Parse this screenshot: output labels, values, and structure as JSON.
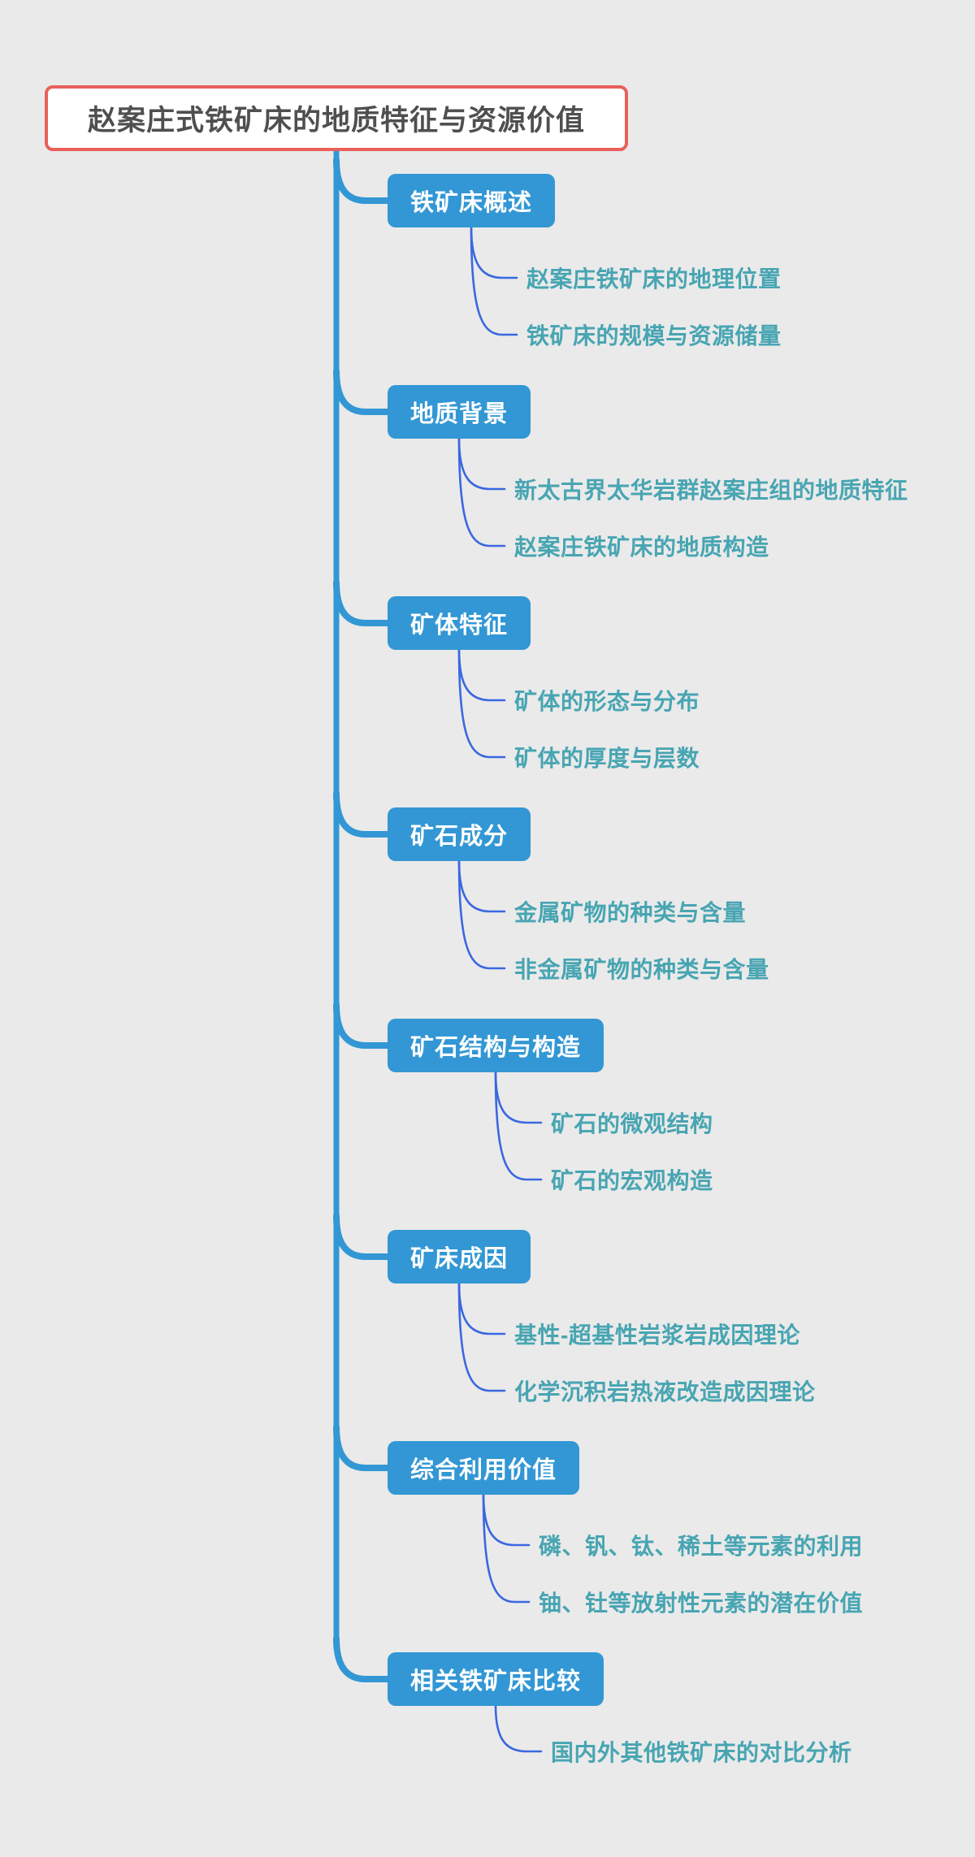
{
  "root": {
    "title": "赵案庄式铁矿床的地质特征与资源价值"
  },
  "branches": [
    {
      "label": "铁矿床概述",
      "children": [
        "赵案庄铁矿床的地理位置",
        "铁矿床的规模与资源储量"
      ]
    },
    {
      "label": "地质背景",
      "children": [
        "新太古界太华岩群赵案庄组的地质特征",
        "赵案庄铁矿床的地质构造"
      ]
    },
    {
      "label": "矿体特征",
      "children": [
        "矿体的形态与分布",
        "矿体的厚度与层数"
      ]
    },
    {
      "label": "矿石成分",
      "children": [
        "金属矿物的种类与含量",
        "非金属矿物的种类与含量"
      ]
    },
    {
      "label": "矿石结构与构造",
      "children": [
        "矿石的微观结构",
        "矿石的宏观构造"
      ]
    },
    {
      "label": "矿床成因",
      "children": [
        "基性-超基性岩浆岩成因理论",
        "化学沉积岩热液改造成因理论"
      ]
    },
    {
      "label": "综合利用价值",
      "children": [
        "磷、钒、钛、稀土等元素的利用",
        "铀、钍等放射性元素的潜在价值"
      ]
    },
    {
      "label": "相关铁矿床比较",
      "children": [
        "国内外其他铁矿床的对比分析"
      ]
    }
  ],
  "colors": {
    "background": "#eaeaea",
    "branch_fill": "#3297d4",
    "branch_text": "#ffffff",
    "connector": "#3b68e0",
    "subtopic_text": "#48a5b2",
    "root_border": "#e9605a",
    "root_text": "#4f4f4f"
  }
}
